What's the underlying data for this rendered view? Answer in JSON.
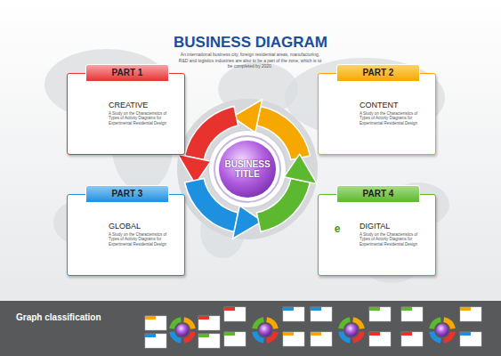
{
  "diagram": {
    "title": "BUSINESS DIAGRAM",
    "caption": "An international business city, foreign residential areas, manufacturing, R&D and logistics industries are also to be a part of the zone, which is to be completed by 2020.",
    "nodes": [
      {
        "text": [
          "PART 1",
          "CREATIVE",
          "A Study on the Characteristics of Types of Activity Diagrams for Experimental Residential Design"
        ]
      },
      {
        "text": [
          "PART 2",
          "CONTENT",
          "A Study on the Characteristics of Types of Activity Diagrams for Experimental Residential Design"
        ]
      },
      {
        "text": [
          "BUSINESS TITLE"
        ]
      },
      {
        "text": [
          "PART 3",
          "GLOBAL",
          "A Study on the Characteristics of Types of Activity Diagrams for Experimental Residential Design"
        ]
      },
      {
        "text": [
          "PART 4",
          "DIGITAL",
          "A Study on the Characteristics of Types of Activity Diagrams for Experimental Residential Design"
        ]
      },
      {
        "text": [
          "Graph classification"
        ]
      }
    ],
    "labels": [
      "e"
    ]
  }
}
